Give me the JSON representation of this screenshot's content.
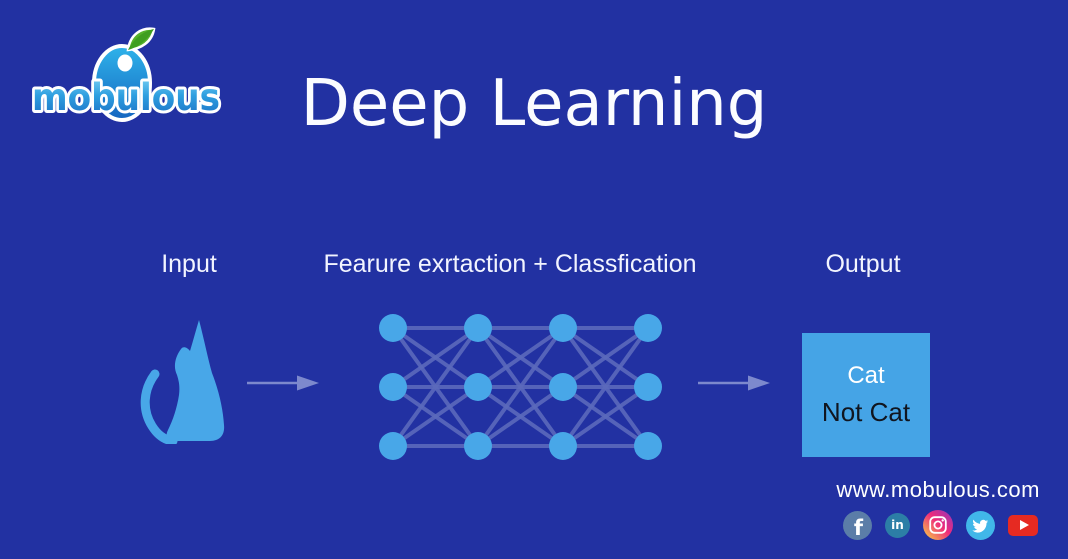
{
  "page": {
    "background_color": "#2231a2",
    "accent_blue": "#48a7e8"
  },
  "logo": {
    "brand": "mobulous",
    "fruit_color_top": "#2fb3ea",
    "fruit_color_bottom": "#1565c0",
    "leaf_color": "#55b22a"
  },
  "header": {
    "title": "Deep Learning"
  },
  "flow": {
    "input_label": "Input",
    "process_label": "Fearure exrtaction + Classfication",
    "output_label": "Output",
    "input_item": "cat-silhouette",
    "arrow_color": "#7d89cd"
  },
  "network": {
    "layers": 4,
    "nodes_per_layer": 3,
    "node_color": "#48a7e8",
    "link_color": "#5b69bb"
  },
  "output_box": {
    "line1": "Cat",
    "line2": "Not Cat",
    "box_color": "#45a4e6"
  },
  "footer": {
    "website": "www.mobulous.com",
    "social_icons": [
      "facebook",
      "linkedin",
      "instagram",
      "twitter",
      "youtube"
    ],
    "facebook_glyph": "f",
    "linkedin_glyph": "in",
    "facebook_color": "#5b7da8",
    "linkedin_color": "#2c7ea6",
    "twitter_color": "#41b7e9",
    "youtube_color": "#e62a22"
  }
}
